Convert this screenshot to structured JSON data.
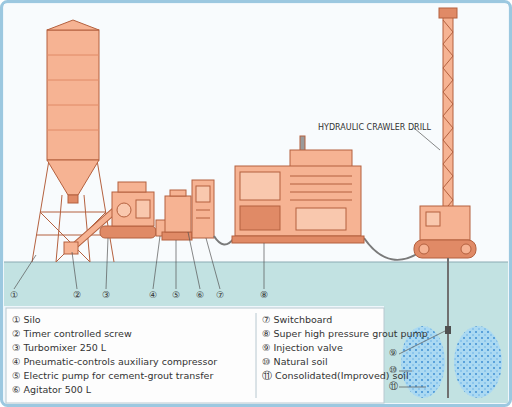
{
  "diagram": {
    "labels": [
      "HYDRAULIC CRAWLER DRILL",
      "①",
      "②",
      "③",
      "④",
      "⑤",
      "⑥",
      "⑦",
      "⑧",
      "⑨",
      "⑩",
      "⑪",
      "① Silo",
      "② Timer controlled screw",
      "③ Turbomixer 250 L",
      "④ Pneumatic-controls auxiliary compressor",
      "⑤ Electric pump for cement-grout transfer",
      "⑥ Agitator 500 L",
      "⑦ Switchboard",
      "⑧ Super high pressure grout pump",
      "⑨ Injection valve",
      "⑩ Natural soil",
      "⑪ Consolidated(Improved) soil"
    ]
  }
}
